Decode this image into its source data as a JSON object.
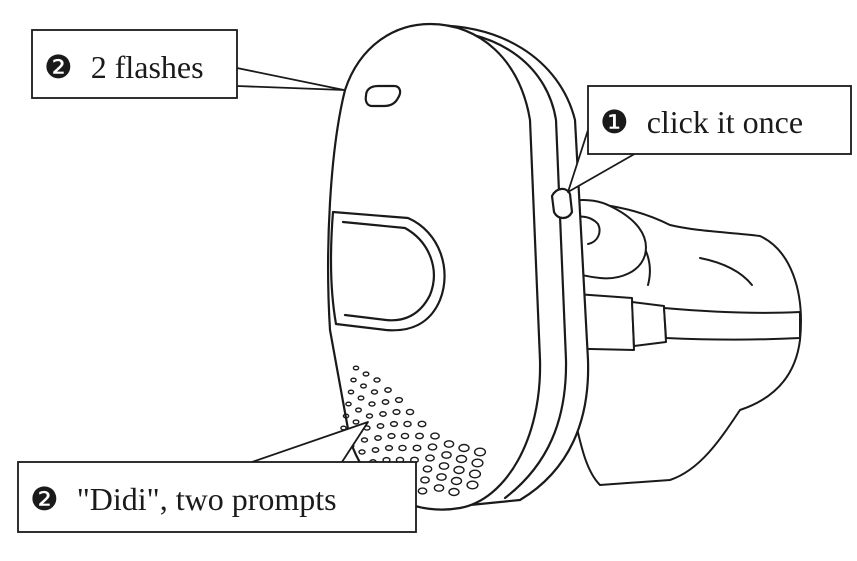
{
  "callouts": {
    "step_one": {
      "marker": "❶",
      "text": "click it once"
    },
    "step_two_light": {
      "marker": "❷",
      "text": "2 flashes"
    },
    "step_two_voice": {
      "marker": "❷",
      "text": "\"Didi\", two prompts"
    }
  },
  "colors": {
    "ink": "#1a1a1a",
    "background": "#ffffff"
  }
}
